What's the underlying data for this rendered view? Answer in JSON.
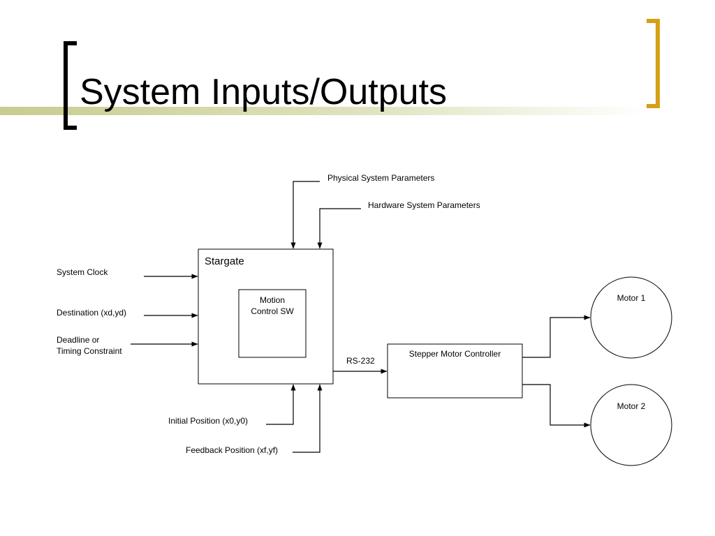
{
  "slide": {
    "title": "System Inputs/Outputs",
    "accent_color": "#d4a017",
    "bracket_color": "#000000",
    "stripe_color": "#c8cc90"
  },
  "diagram": {
    "main_block": {
      "label": "Stargate",
      "inner_label": "Motion\nControl SW"
    },
    "top_inputs": [
      {
        "label": "Physical System Parameters"
      },
      {
        "label": "Hardware System Parameters"
      }
    ],
    "left_inputs": [
      {
        "label": "System Clock"
      },
      {
        "label": "Destination (xd,yd)"
      },
      {
        "label": "Deadline or\nTiming Constraint"
      }
    ],
    "bottom_inputs": [
      {
        "label": "Initial Position (x0,y0)"
      },
      {
        "label": "Feedback Position (xf,yf)"
      }
    ],
    "link_label": "RS-232",
    "controller": {
      "label": "Stepper Motor Controller"
    },
    "motors": [
      {
        "label": "Motor 1"
      },
      {
        "label": "Motor 2"
      }
    ]
  }
}
